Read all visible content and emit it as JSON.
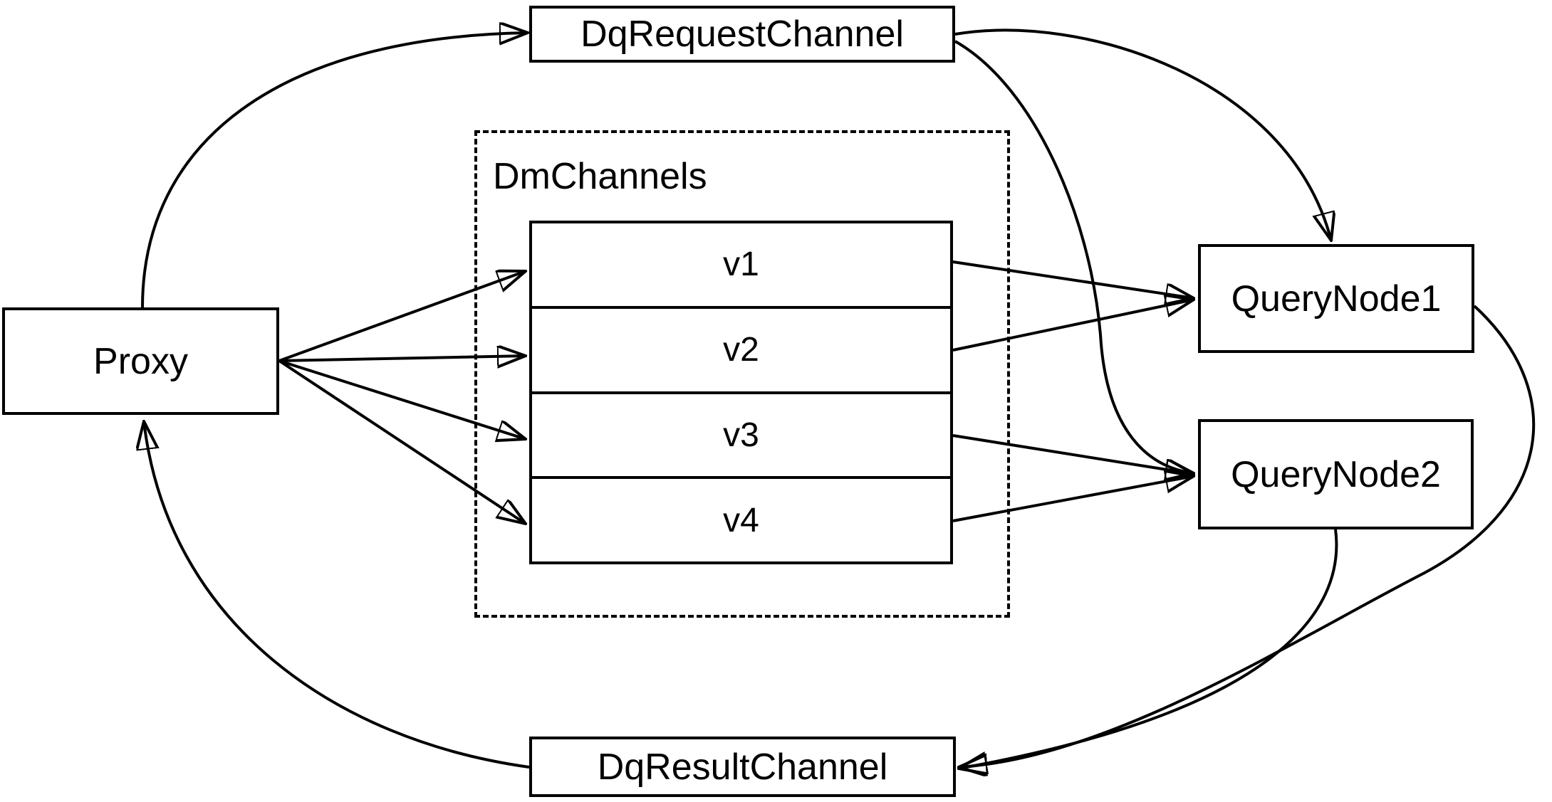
{
  "diagram": {
    "nodes": {
      "proxy": {
        "label": "Proxy"
      },
      "dq_request_channel": {
        "label": "DqRequestChannel"
      },
      "dq_result_channel": {
        "label": "DqResultChannel"
      },
      "dm_channels": {
        "label": "DmChannels"
      },
      "channels": [
        "v1",
        "v2",
        "v3",
        "v4"
      ],
      "query_node1": {
        "label": "QueryNode1"
      },
      "query_node2": {
        "label": "QueryNode2"
      }
    },
    "edges": [
      {
        "from": "Proxy",
        "to": "DqRequestChannel"
      },
      {
        "from": "DqRequestChannel",
        "to": "QueryNode1"
      },
      {
        "from": "DqRequestChannel",
        "to": "QueryNode2"
      },
      {
        "from": "Proxy",
        "to": "v1"
      },
      {
        "from": "Proxy",
        "to": "v2"
      },
      {
        "from": "Proxy",
        "to": "v3"
      },
      {
        "from": "Proxy",
        "to": "v4"
      },
      {
        "from": "v1",
        "to": "QueryNode1"
      },
      {
        "from": "v2",
        "to": "QueryNode1"
      },
      {
        "from": "v3",
        "to": "QueryNode2"
      },
      {
        "from": "v4",
        "to": "QueryNode2"
      },
      {
        "from": "QueryNode1",
        "to": "DqResultChannel"
      },
      {
        "from": "QueryNode2",
        "to": "DqResultChannel"
      },
      {
        "from": "DqResultChannel",
        "to": "Proxy"
      }
    ],
    "colors": {
      "stroke": "#000000",
      "background": "#ffffff"
    }
  }
}
